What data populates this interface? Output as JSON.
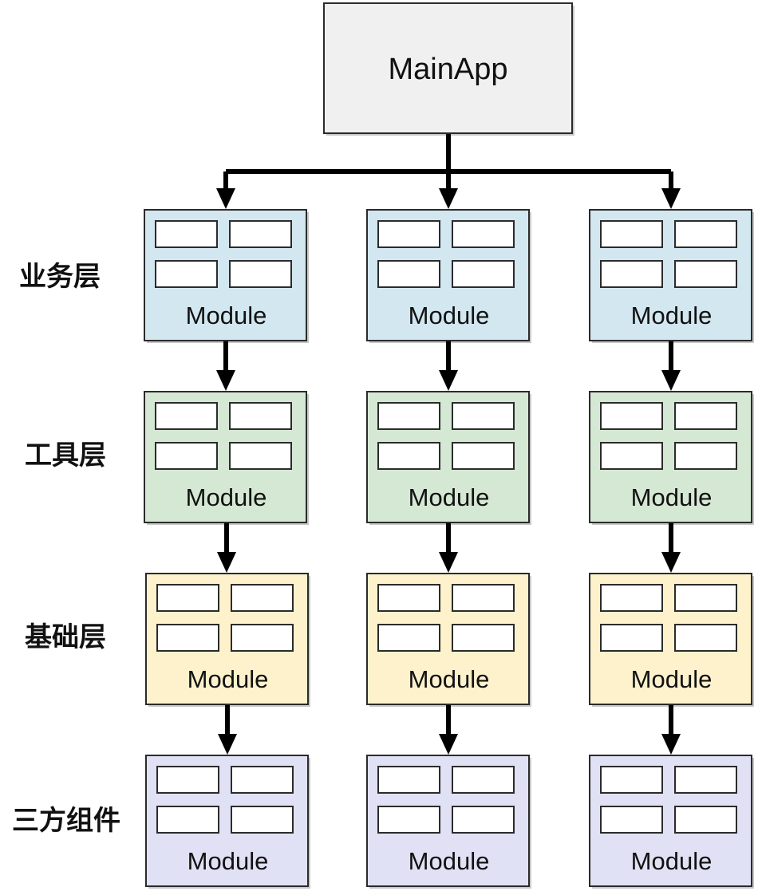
{
  "root": {
    "label": "MainApp",
    "color": "#f0f0f0"
  },
  "layers": [
    {
      "label": "业务层",
      "color": "#d2e7f0",
      "modules": [
        "Module",
        "Module",
        "Module"
      ]
    },
    {
      "label": "工具层",
      "color": "#d5e8d4",
      "modules": [
        "Module",
        "Module",
        "Module"
      ]
    },
    {
      "label": "基础层",
      "color": "#fdf2cc",
      "modules": [
        "Module",
        "Module",
        "Module"
      ]
    },
    {
      "label": "三方组件",
      "color": "#e1e1f5",
      "modules": [
        "Module",
        "Module",
        "Module"
      ]
    }
  ]
}
